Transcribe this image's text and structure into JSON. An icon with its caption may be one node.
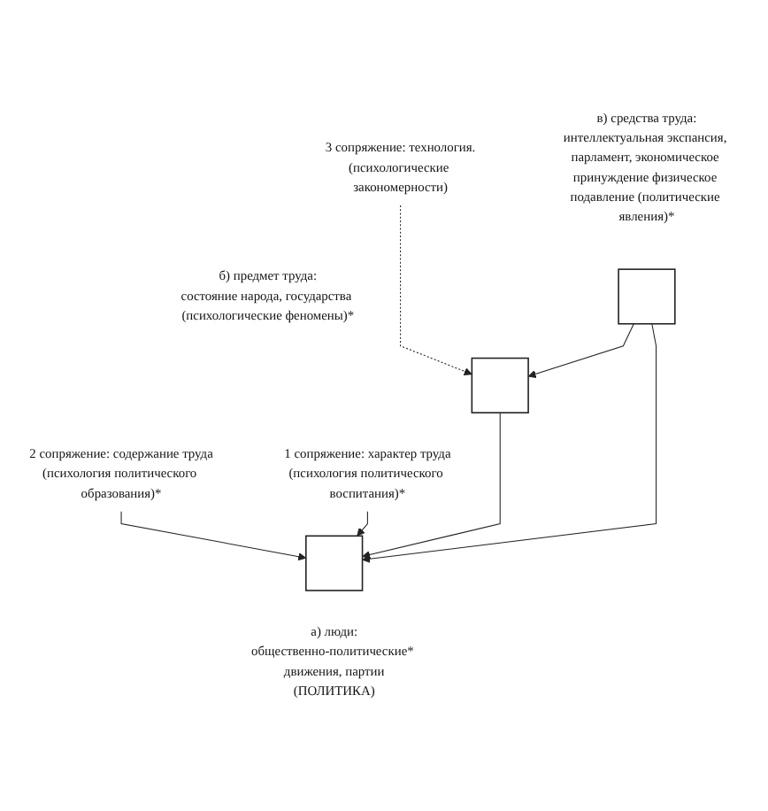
{
  "diagram": {
    "nodes": [
      {
        "text": [
          "3 сопряжение: технология.",
          "(психологические закономерности)"
        ]
      },
      {
        "text": [],
        "shape": "box",
        "beside": [
          "б) предмет труда:",
          "состояние народа, государства (психологические феномены)*"
        ]
      },
      {
        "text": [],
        "shape": "box",
        "beside": [
          "в) средства труда:",
          "интеллектуальная экспансия, парламент, экономическое принуждение физическое подавление (политические явления)*"
        ]
      },
      {
        "text": [
          "2 сопряжение: содержание труда",
          "(психология политического образования)*"
        ]
      },
      {
        "text": [
          "1 сопряжение: характер труда",
          "(психология политического воспитания)*"
        ]
      },
      {
        "text": [],
        "shape": "box",
        "beside": [
          "а) люди:",
          "общественно-политические* движения, партии",
          "(ПОЛИТИКА)"
        ]
      }
    ],
    "edges": [
      {
        "from": 0,
        "to": 1,
        "arrow": "to",
        "style": "dashed"
      },
      {
        "from": 2,
        "to": 1,
        "arrow": "to"
      },
      {
        "from": 1,
        "to": 5,
        "arrow": "to"
      },
      {
        "from": 2,
        "to": 5,
        "arrow": "to"
      },
      {
        "from": 3,
        "to": 5,
        "arrow": "to"
      },
      {
        "from": 4,
        "to": 5,
        "arrow": "to"
      }
    ]
  }
}
